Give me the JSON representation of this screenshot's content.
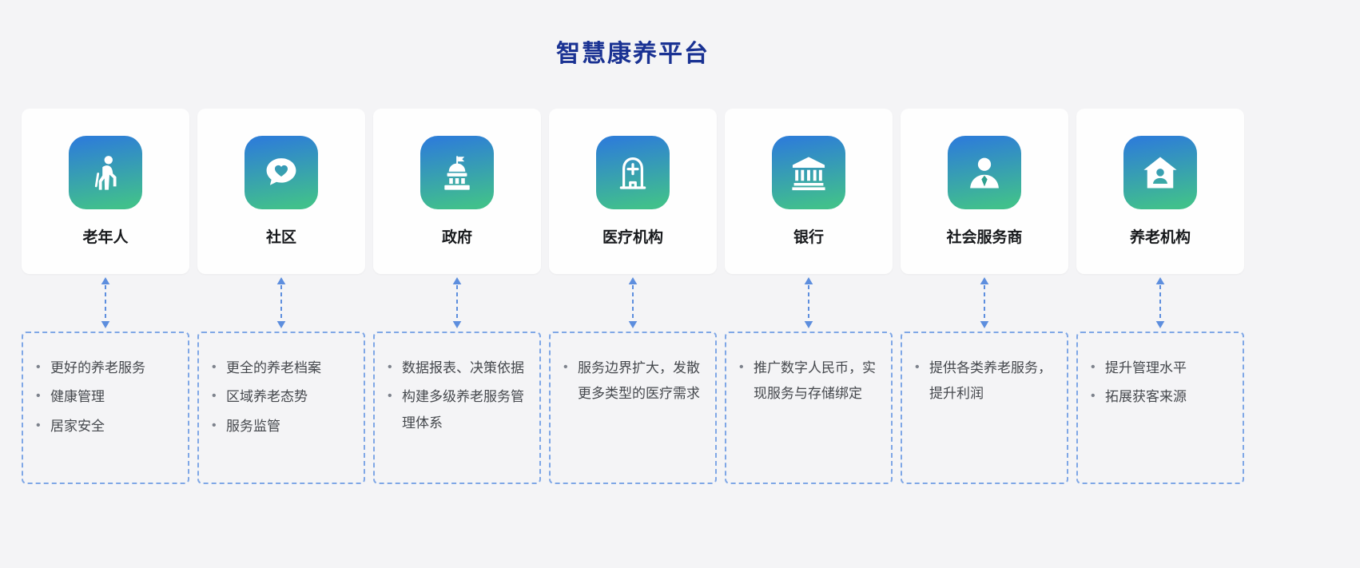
{
  "title": "智慧康养平台",
  "colors": {
    "background": "#f4f4f6",
    "card_background": "#fefefe",
    "title": "#1a3293",
    "label": "#17191c",
    "benefit_text": "#45484d",
    "dashed_border": "#7fa7e6",
    "arrow": "#5d8ede",
    "icon_gradient_top": "#2e7fd6",
    "icon_gradient_bottom": "#41c08c"
  },
  "columns": [
    {
      "label": "老年人",
      "icon": "elderly-person-icon",
      "benefits": [
        "更好的养老服务",
        "健康管理",
        "居家安全"
      ]
    },
    {
      "label": "社区",
      "icon": "chat-heart-icon",
      "benefits": [
        "更全的养老档案",
        "区域养老态势",
        "服务监管"
      ]
    },
    {
      "label": "政府",
      "icon": "government-building-icon",
      "benefits": [
        "数据报表、决策依据",
        "构建多级养老服务管理体系"
      ]
    },
    {
      "label": "医疗机构",
      "icon": "hospital-icon",
      "benefits": [
        "服务边界扩大，发散更多类型的医疗需求"
      ]
    },
    {
      "label": "银行",
      "icon": "bank-icon",
      "benefits": [
        "推广数字人民币，实现服务与存储绑定"
      ]
    },
    {
      "label": "社会服务商",
      "icon": "business-person-icon",
      "benefits": [
        "提供各类养老服务，提升利润"
      ]
    },
    {
      "label": "养老机构",
      "icon": "care-home-icon",
      "benefits": [
        "提升管理水平",
        "拓展获客来源"
      ]
    }
  ]
}
